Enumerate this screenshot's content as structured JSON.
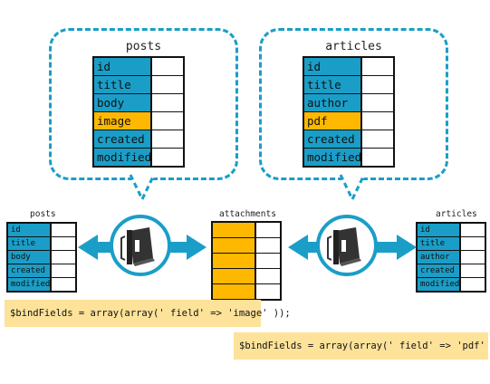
{
  "top_posts": {
    "title": "posts",
    "fields": [
      "id",
      "title",
      "body",
      "image",
      "created",
      "modified"
    ],
    "highlight": "image"
  },
  "top_articles": {
    "title": "articles",
    "fields": [
      "id",
      "title",
      "author",
      "pdf",
      "created",
      "modified"
    ],
    "highlight": "pdf"
  },
  "small_posts": {
    "title": "posts",
    "fields": [
      "id",
      "title",
      "body",
      "created",
      "modified"
    ]
  },
  "attachments": {
    "title": "attachments",
    "rows": 5
  },
  "small_articles": {
    "title": "articles",
    "fields": [
      "id",
      "title",
      "author",
      "created",
      "modified"
    ]
  },
  "code_image": "$bindFields = array(array(' field' => 'image' ));",
  "code_pdf": "$bindFields = array(array(' field' => 'pdf' ));",
  "colors": {
    "accent": "#1a9ec8",
    "highlight": "#ffb800",
    "code_bg": "#fde29a",
    "binder": "#333333"
  },
  "icons": [
    "binder-icon",
    "double-arrow-icon"
  ]
}
